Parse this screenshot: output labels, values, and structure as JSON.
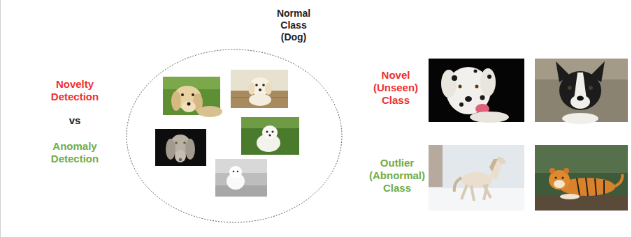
{
  "diagram": {
    "nodes": [
      {
        "text": [
          "Normal Class (Dog)"
        ]
      }
    ],
    "labels": [
      "Novelty Detection",
      "vs",
      "Anomaly Detection",
      "Novel (Unseen) Class",
      "Outlier (Abnormal) Class"
    ]
  }
}
